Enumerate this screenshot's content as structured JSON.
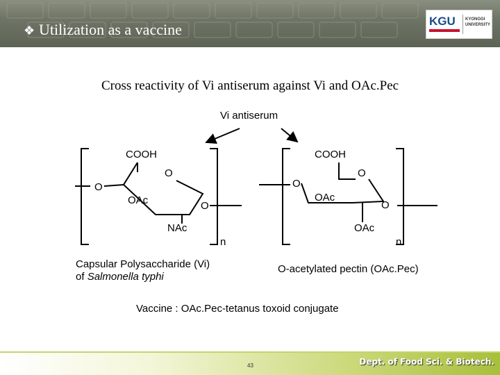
{
  "header": {
    "bullet": "❖",
    "title": "Utilization as a vaccine",
    "logo": {
      "mark": "KGU",
      "text": "KYONGGI UNIVERSITY"
    }
  },
  "subtitle": "Cross reactivity of Vi antiserum against Vi and OAc.Pec",
  "diagram": {
    "antiserum_label": "Vi antiserum",
    "left_structure": {
      "cooh": "COOH",
      "ring_o": "O",
      "link_o_left": "O",
      "oac": "OAc",
      "link_o_right": "O",
      "nac": "NAc",
      "repeat": "n",
      "caption_line1": "Capsular Polysaccharide (Vi)",
      "caption_of": "of ",
      "caption_species": "Salmonella typhi"
    },
    "right_structure": {
      "cooh": "COOH",
      "ring_o": "O",
      "link_o_left": "O",
      "oac_top": "OAc",
      "link_o_right": "O",
      "oac_bottom": "OAc",
      "repeat": "n",
      "caption": "O-acetylated pectin (OAc.Pec)"
    },
    "vaccine": "Vaccine : OAc.Pec-tetanus toxoid conjugate"
  },
  "footer": {
    "page_number": "43",
    "dept": "Dept. of Food Sci. & Biotech."
  }
}
